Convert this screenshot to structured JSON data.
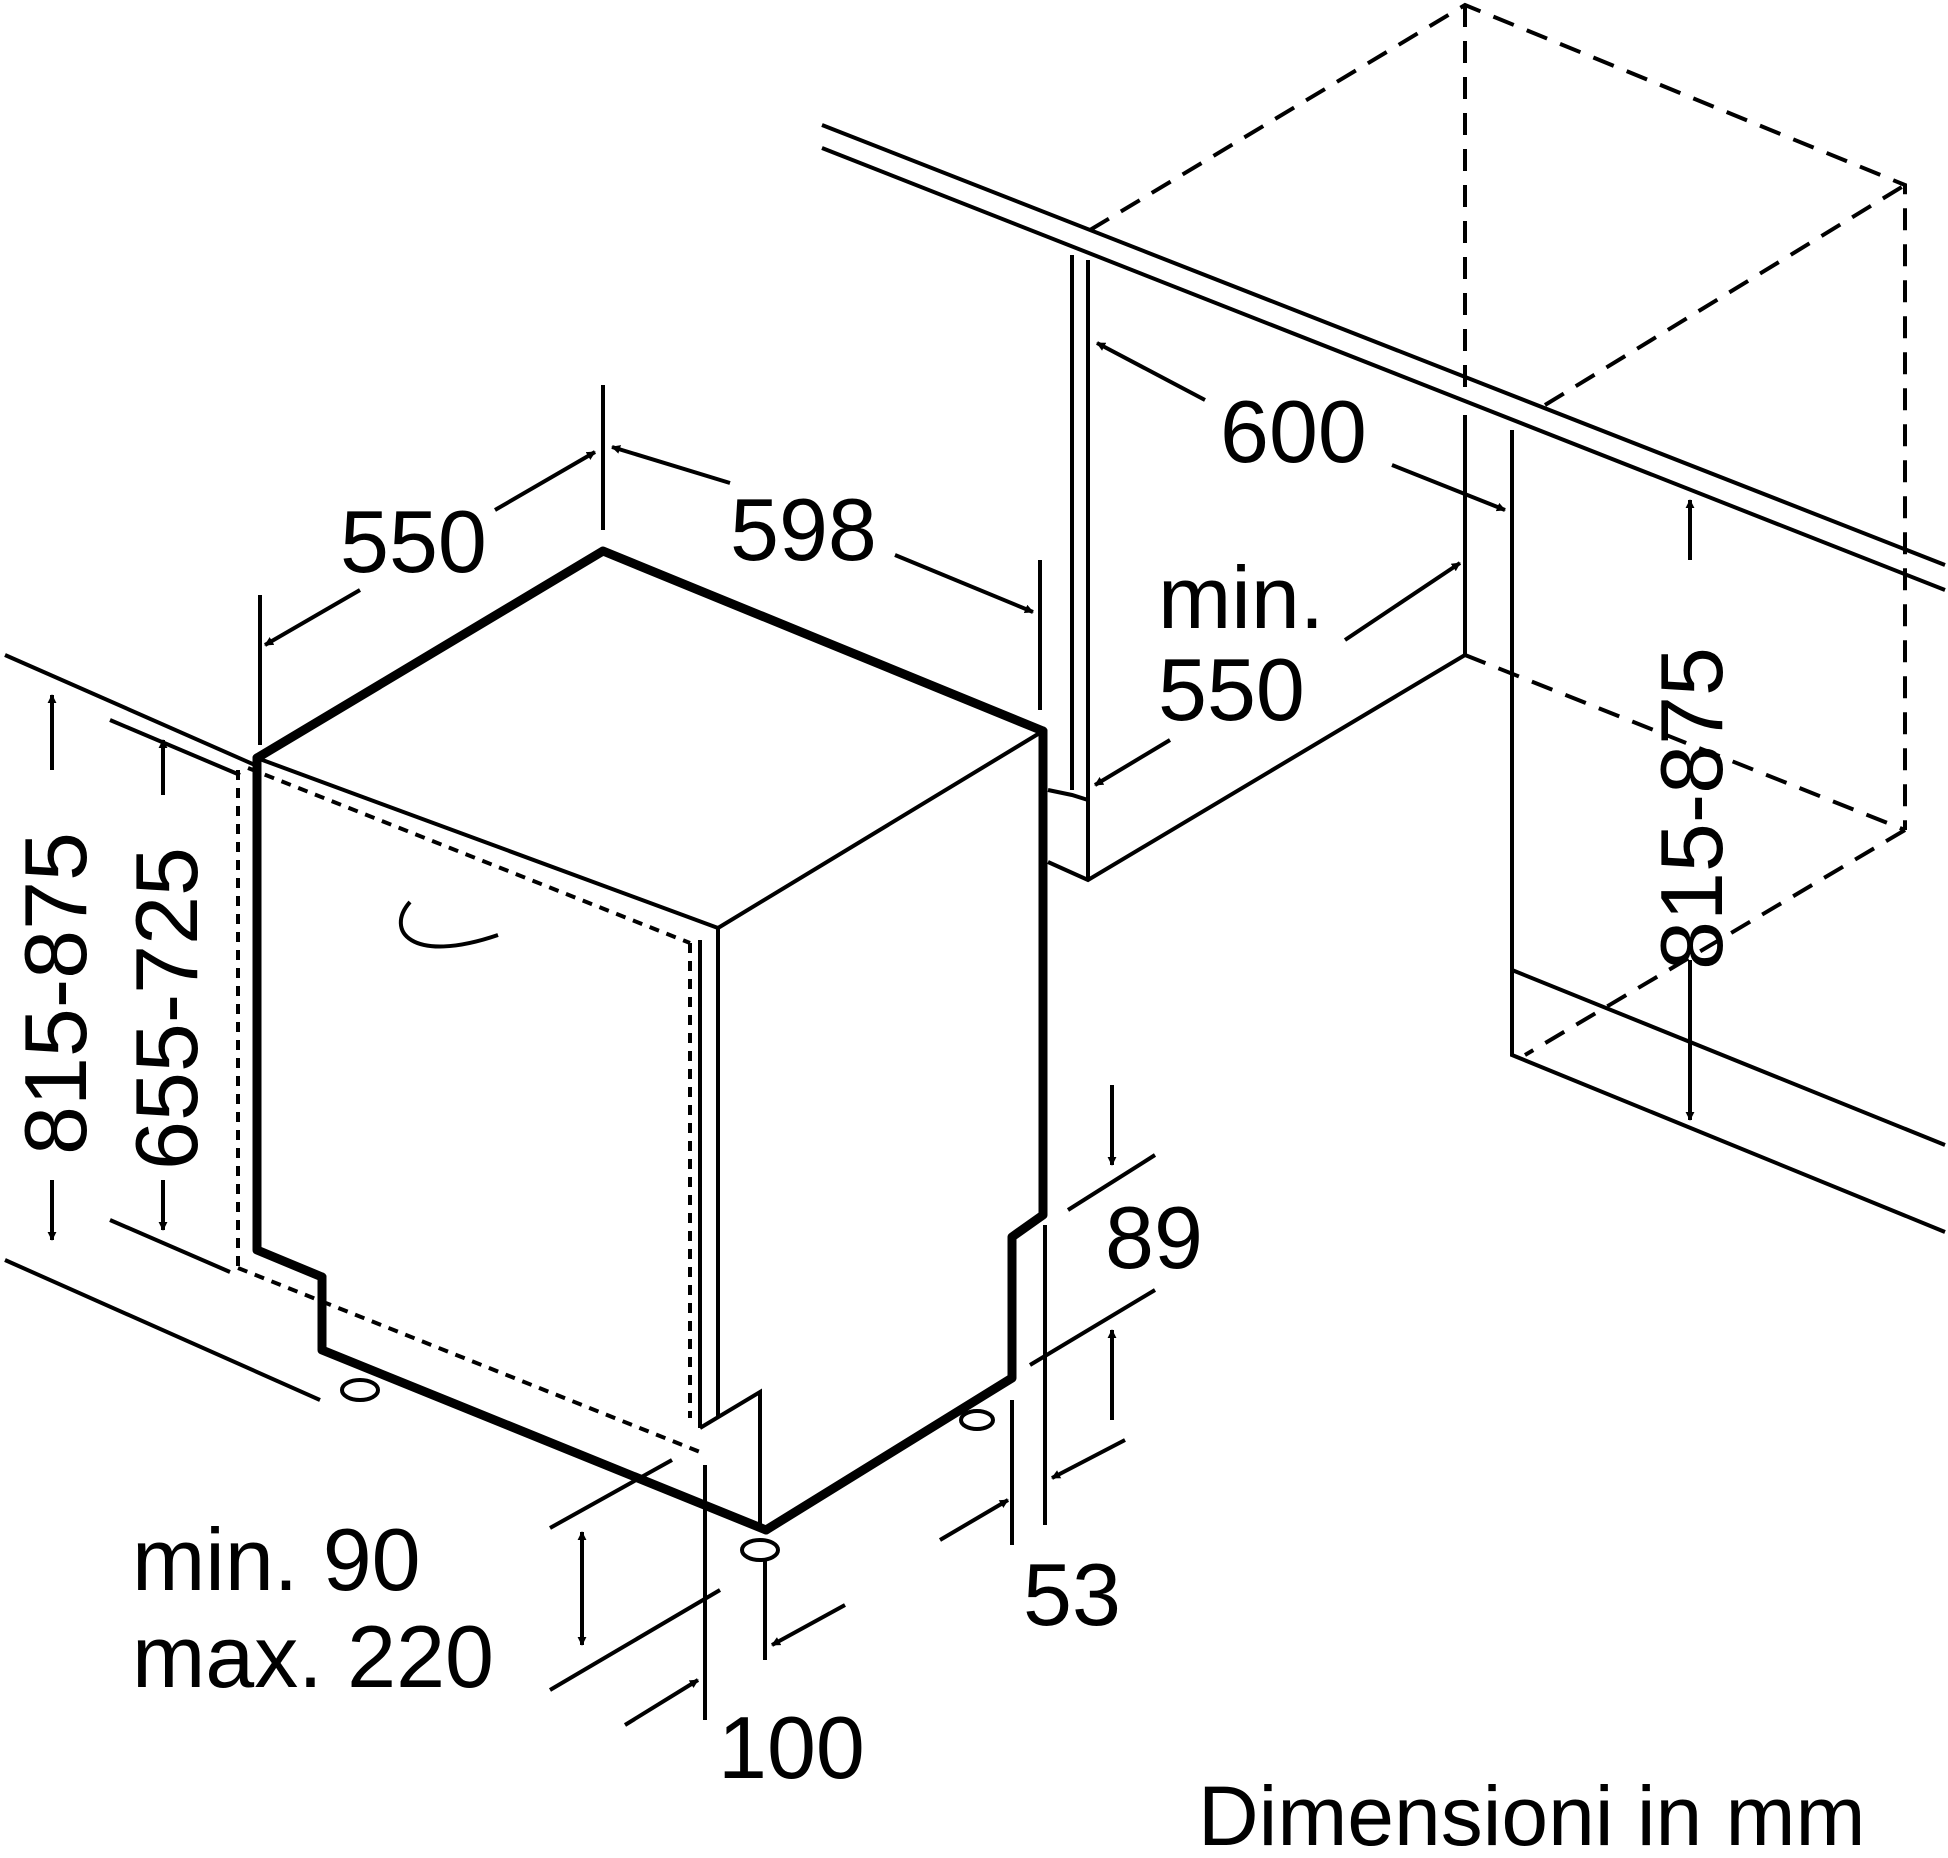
{
  "dimensions": {
    "depth": "550",
    "width": "598",
    "niche_width": "600",
    "niche_depth_line1": "min.",
    "niche_depth_line2": "550",
    "height_total": "815-875",
    "height_door": "655-725",
    "niche_height": "815-875",
    "plinth_recess": "89",
    "side_gap": "53",
    "plinth_line1": "min. 90",
    "plinth_line2": "max. 220",
    "foot_offset": "100"
  },
  "caption": "Dimensioni in mm"
}
